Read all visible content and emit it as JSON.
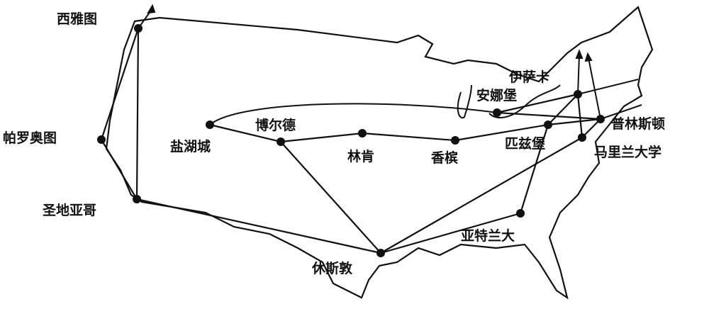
{
  "title": "",
  "nodes": [
    {
      "id": "seattle",
      "label": "西雅图"
    },
    {
      "id": "paloalto",
      "label": "帕罗奥图"
    },
    {
      "id": "sandiego",
      "label": "圣地亚哥"
    },
    {
      "id": "saltlake",
      "label": "盐湖城"
    },
    {
      "id": "boulder",
      "label": "博尔德"
    },
    {
      "id": "lincoln",
      "label": "林肯"
    },
    {
      "id": "champaign",
      "label": "香槟"
    },
    {
      "id": "houston",
      "label": "休斯敦"
    },
    {
      "id": "atlanta",
      "label": "亚特兰大"
    },
    {
      "id": "pittsburgh",
      "label": "匹兹堡"
    },
    {
      "id": "annarbor",
      "label": "安娜堡"
    },
    {
      "id": "ithaca",
      "label": "伊萨卡"
    },
    {
      "id": "princeton",
      "label": "普林斯顿"
    },
    {
      "id": "maryland",
      "label": "马里兰大学"
    }
  ],
  "links": [
    [
      "seattle",
      "paloalto"
    ],
    [
      "seattle",
      "sandiego"
    ],
    [
      "paloalto",
      "sandiego"
    ],
    [
      "sandiego",
      "houston"
    ],
    [
      "boulder",
      "lincoln"
    ],
    [
      "lincoln",
      "champaign"
    ],
    [
      "champaign",
      "pittsburgh"
    ],
    [
      "pittsburgh",
      "princeton"
    ],
    [
      "boulder",
      "houston"
    ],
    [
      "houston",
      "maryland"
    ],
    [
      "houston",
      "atlanta"
    ],
    [
      "atlanta",
      "pittsburgh"
    ],
    [
      "pittsburgh",
      "ithaca"
    ],
    [
      "ithaca",
      "maryland"
    ],
    [
      "annarbor",
      "ithaca"
    ],
    [
      "annarbor",
      "princeton"
    ],
    [
      "maryland",
      "princeton"
    ],
    [
      "boulder",
      "saltlake"
    ]
  ]
}
